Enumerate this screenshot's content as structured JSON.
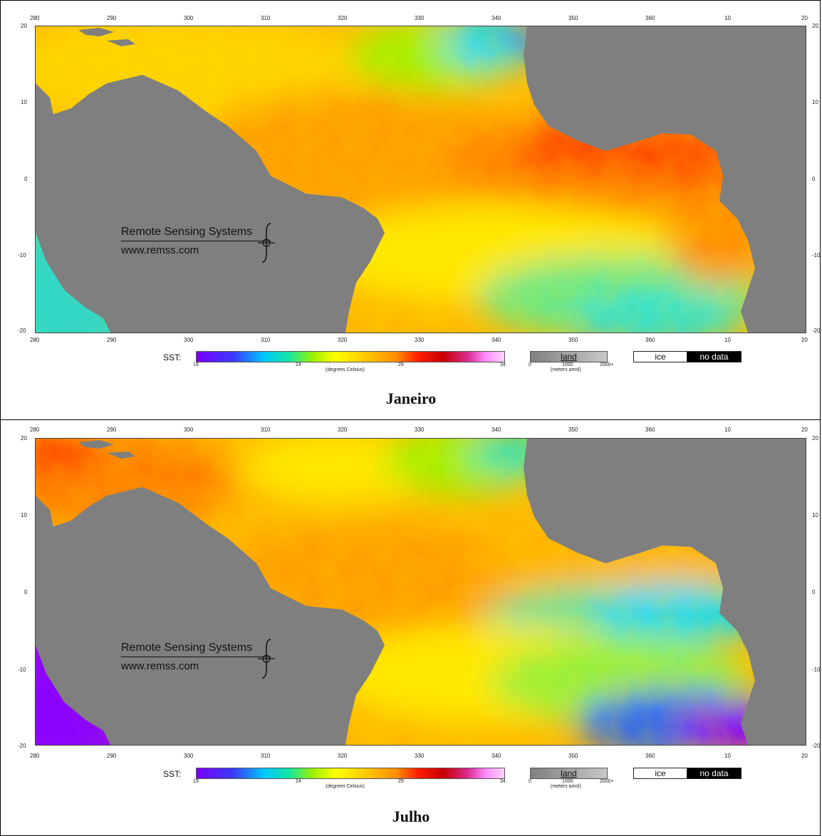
{
  "x_tick_labels": [
    "280",
    "290",
    "300",
    "310",
    "320",
    "330",
    "340",
    "350",
    "360",
    "10",
    "20"
  ],
  "y_tick_labels": [
    "20",
    "10",
    "0",
    "-10",
    "-20"
  ],
  "watermark": {
    "line1": "Remote Sensing Systems",
    "line2": "www.remss.com"
  },
  "legend": {
    "sst_label": "SST:",
    "sst_ticks": [
      "19",
      "24",
      "29",
      "34"
    ],
    "sst_unit": "(degrees Celsius)",
    "land_label": "land",
    "land_ticks": [
      "0",
      "1000",
      "2000+"
    ],
    "land_unit": "(meters amsl)",
    "ice_label": "ice",
    "nodata_label": "no data"
  },
  "colors": {
    "land": "#7f7f7f",
    "ice": "#ffffff",
    "no_data": "#000000"
  },
  "maps": [
    {
      "caption": "Janeiro"
    },
    {
      "caption": "Julho"
    }
  ]
}
